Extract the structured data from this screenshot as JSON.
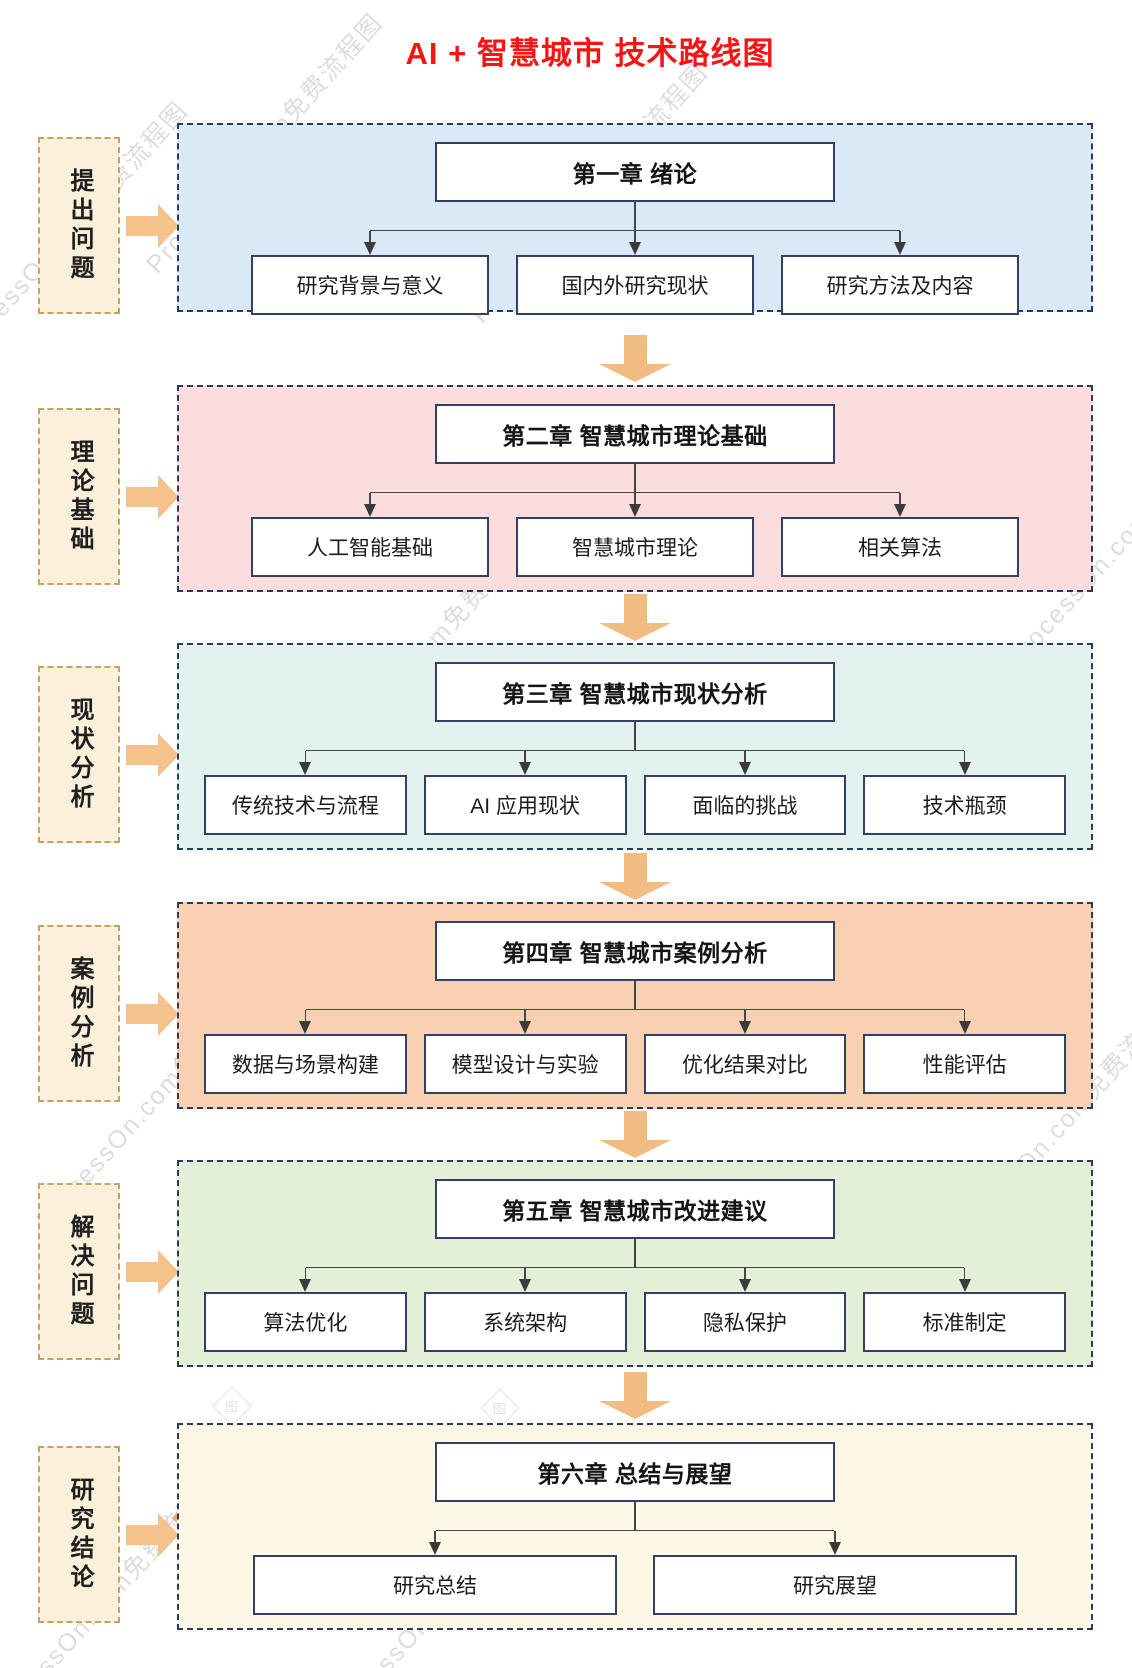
{
  "page": {
    "title": "AI + 智慧城市  技术路线图",
    "watermark_text": "ProcessOn.com免费流程图",
    "watermark_logo_glyph": "图"
  },
  "sections": [
    {
      "stage": "提出问题",
      "chapter": "第一章 绪论",
      "items": [
        "研究背景与意义",
        "国内外研究现状",
        "研究方法及内容"
      ],
      "panel_color": "#d9e9f6"
    },
    {
      "stage": "理论基础",
      "chapter": "第二章 智慧城市理论基础",
      "items": [
        "人工智能基础",
        "智慧城市理论",
        "相关算法"
      ],
      "panel_color": "#fbdddd"
    },
    {
      "stage": "现状分析",
      "chapter": "第三章 智慧城市现状分析",
      "items": [
        "传统技术与流程",
        "AI 应用现状",
        "面临的挑战",
        "技术瓶颈"
      ],
      "panel_color": "#e1f2ef"
    },
    {
      "stage": "案例分析",
      "chapter": "第四章 智慧城市案例分析",
      "items": [
        "数据与场景构建",
        "模型设计与实验",
        "优化结果对比",
        "性能评估"
      ],
      "panel_color": "#f7d1b0"
    },
    {
      "stage": "解决问题",
      "chapter": "第五章 智慧城市改进建议",
      "items": [
        "算法优化",
        "系统架构",
        "隐私保护",
        "标准制定"
      ],
      "panel_color": "#e3efd6"
    },
    {
      "stage": "研究结论",
      "chapter": "第六章 总结与展望",
      "items": [
        "研究总结",
        "研究展望"
      ],
      "panel_color": "#fdf8e5"
    }
  ],
  "colors": {
    "accent_red": "#f81414",
    "panel_border": "#2b3a5c",
    "box_border": "#343f63",
    "stage_bg": "#fbf0da",
    "stage_border": "#c6a45f",
    "arrow_orange": "#f5c28c",
    "down_arrow_orange": "#f0bc82",
    "connector": "#454545",
    "watermark": "#9a9a9a"
  }
}
